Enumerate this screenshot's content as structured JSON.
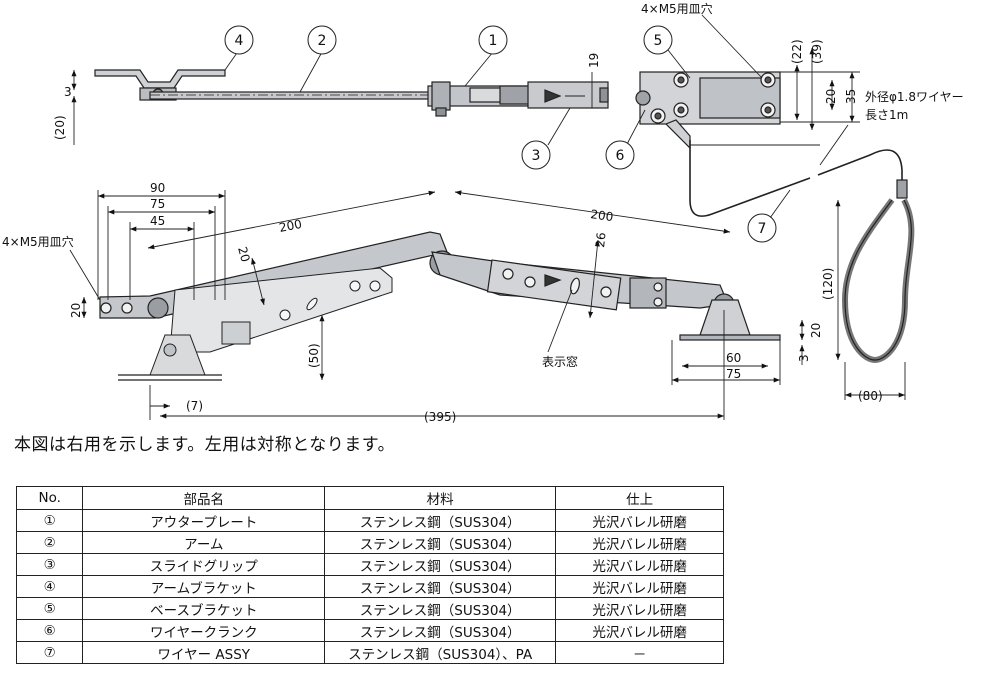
{
  "labels": {
    "hole_label_top": "4×M5用皿穴",
    "hole_label_left": "4×M5用皿穴",
    "wire_label_1": "外径φ1.8ワイヤー",
    "wire_label_2": "長さ1m",
    "window_label": "表示窓"
  },
  "dimensions": {
    "d3_top": "3",
    "d20_left": "(20)",
    "d19": "19",
    "d22": "(22)",
    "d39": "(39)",
    "d20_right": "20",
    "d35": "35",
    "d90": "90",
    "d75_top": "75",
    "d45": "45",
    "d20_slant": "20",
    "d200_left": "200",
    "d200_right": "200",
    "d26": "26",
    "d20_side": "20",
    "d50": "(50)",
    "d7": "(7)",
    "d395": "(395)",
    "d60": "60",
    "d75_bottom": "75",
    "d20_base": "20",
    "d3_base": "3",
    "d120": "(120)",
    "d80": "(80)"
  },
  "callouts": [
    "①",
    "②",
    "③",
    "④",
    "⑤",
    "⑥",
    "⑦"
  ],
  "note": "本図は右用を示します。左用は対称となります。",
  "parts_table": {
    "headers": [
      "No.",
      "部品名",
      "材料",
      "仕上"
    ],
    "rows": [
      [
        "①",
        "アウタープレート",
        "ステンレス鋼（SUS304）",
        "光沢バレル研磨"
      ],
      [
        "②",
        "アーム",
        "ステンレス鋼（SUS304）",
        "光沢バレル研磨"
      ],
      [
        "③",
        "スライドグリップ",
        "ステンレス鋼（SUS304）",
        "光沢バレル研磨"
      ],
      [
        "④",
        "アームブラケット",
        "ステンレス鋼（SUS304）",
        "光沢バレル研磨"
      ],
      [
        "⑤",
        "ベースブラケット",
        "ステンレス鋼（SUS304）",
        "光沢バレル研磨"
      ],
      [
        "⑥",
        "ワイヤークランク",
        "ステンレス鋼（SUS304）",
        "光沢バレル研磨"
      ],
      [
        "⑦",
        "ワイヤー ASSY",
        "ステンレス鋼（SUS304）、PA",
        "－"
      ]
    ]
  }
}
